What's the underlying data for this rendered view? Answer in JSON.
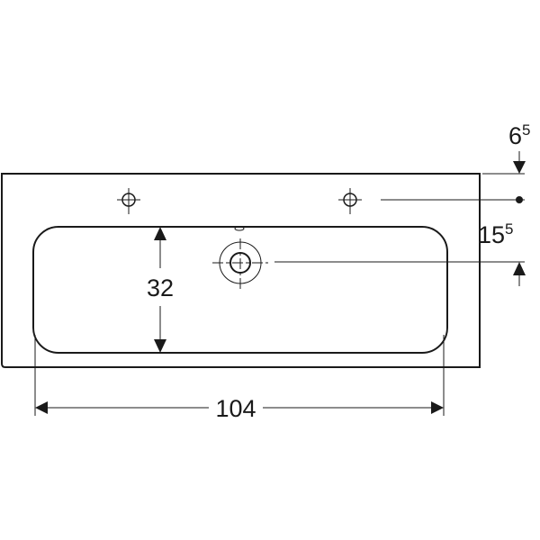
{
  "drawing": {
    "dimensions": {
      "width": "104",
      "basin_depth": "32",
      "top_offset": {
        "main": "6",
        "sup": "5"
      },
      "drain_offset": {
        "main": "15",
        "sup": "5"
      }
    },
    "colors": {
      "line": "#1a1a1a",
      "background": "#ffffff"
    }
  }
}
